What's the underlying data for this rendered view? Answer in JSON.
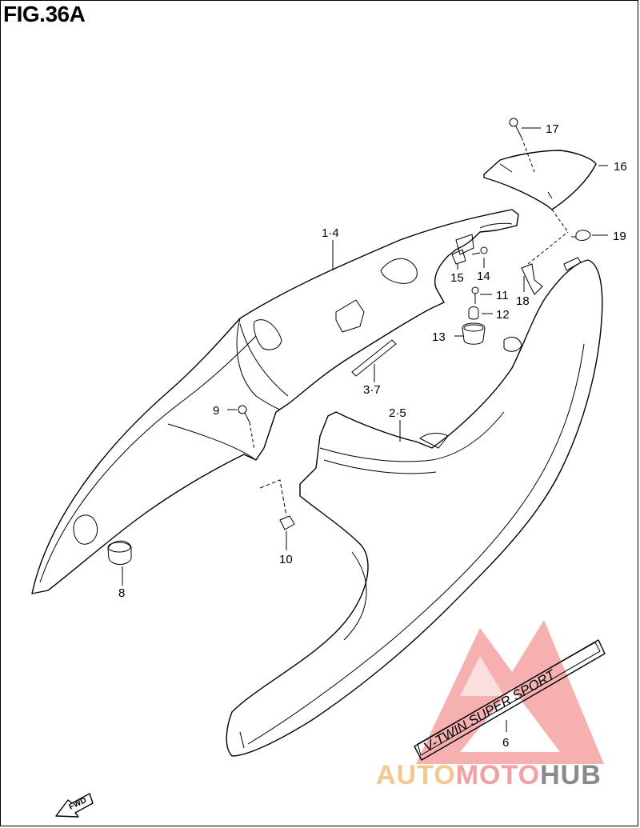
{
  "title": "FIG.36A",
  "emblem_text": "V-TWIN SUPER SPORT",
  "fwd_text": "FWD",
  "watermark": {
    "part1": "AUTO",
    "part2": "MOTO",
    "part3": "HUB"
  },
  "colors": {
    "line": "#000000",
    "watermark_triangle": "#f07070",
    "watermark_auto": "#f4c88a",
    "watermark_hub": "#8a8a8a"
  },
  "callouts": {
    "c1": "1·4",
    "c2": "2·5",
    "c3": "3·7",
    "c6": "6",
    "c8": "8",
    "c9": "9",
    "c10": "10",
    "c11": "11",
    "c12": "12",
    "c13": "13",
    "c14": "14",
    "c15": "15",
    "c16": "16",
    "c17": "17",
    "c18": "18",
    "c19": "19"
  }
}
